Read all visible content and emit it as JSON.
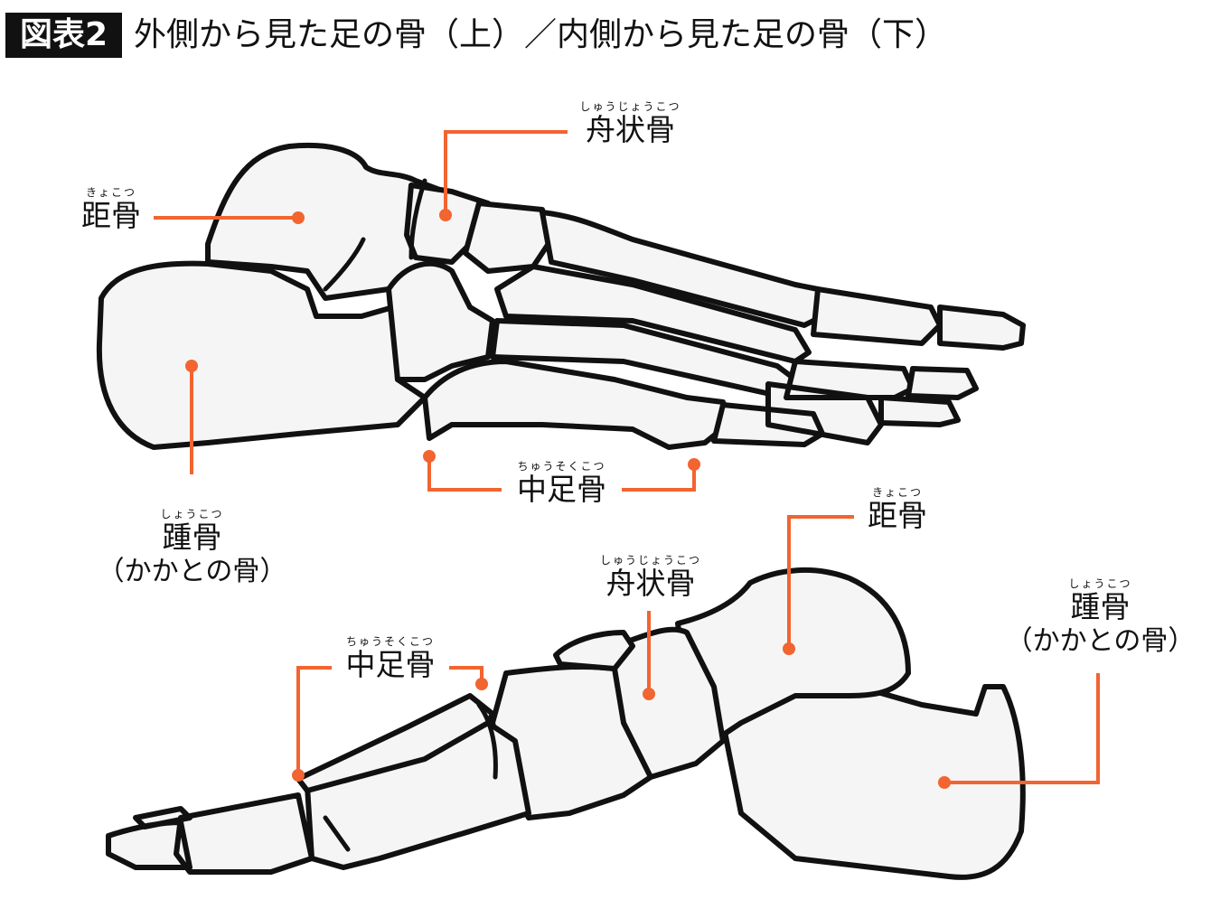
{
  "header": {
    "badge": "図表2",
    "title": "外側から見た足の骨（上）／内側から見た足の骨（下）"
  },
  "top_view": {
    "navicular": {
      "ruby": "しゅうじょうこつ",
      "name": "舟状骨"
    },
    "talus": {
      "ruby": "きょこつ",
      "name": "距骨"
    },
    "calcaneus": {
      "ruby": "しょうこつ",
      "name": "踵骨",
      "note": "（かかとの骨）"
    },
    "metatarsal": {
      "ruby": "ちゅうそくこつ",
      "name": "中足骨"
    }
  },
  "bottom_view": {
    "talus": {
      "ruby": "きょこつ",
      "name": "距骨"
    },
    "navicular": {
      "ruby": "しゅうじょうこつ",
      "name": "舟状骨"
    },
    "calcaneus": {
      "ruby": "しょうこつ",
      "name": "踵骨",
      "note": "（かかとの骨）"
    },
    "metatarsal": {
      "ruby": "ちゅうそくこつ",
      "name": "中足骨"
    }
  },
  "colors": {
    "accent": "#f26430",
    "bone_fill": "#f5f5f5",
    "outline": "#111111"
  }
}
